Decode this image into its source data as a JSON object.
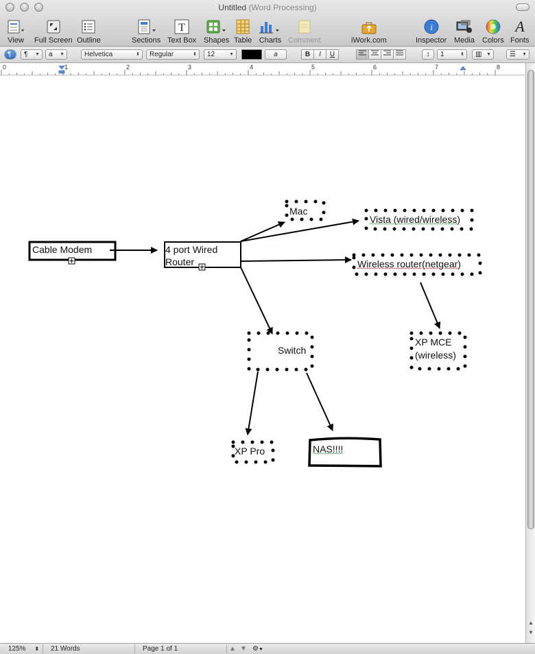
{
  "window": {
    "title": "Untitled",
    "subtitle": "(Word Processing)"
  },
  "toolbar": {
    "view": "View",
    "full_screen": "Full Screen",
    "outline": "Outline",
    "sections": "Sections",
    "text_box": "Text Box",
    "shapes": "Shapes",
    "table": "Table",
    "charts": "Charts",
    "comment": "Comment",
    "iwork": "iWork.com",
    "inspector": "Inspector",
    "media": "Media",
    "colors": "Colors",
    "fonts": "Fonts"
  },
  "format_bar": {
    "paragraph_style": "¶",
    "character_style": "a",
    "font_family": "Helvetica",
    "font_style": "Regular",
    "font_size": "12",
    "text_color": "#000000",
    "highlight_glyph": "a",
    "bold": "B",
    "italic": "I",
    "underline": "U",
    "line_spacing": "1"
  },
  "ruler": {
    "marks": [
      "0",
      "1",
      "2",
      "3",
      "4",
      "5",
      "6",
      "7",
      "8"
    ]
  },
  "diagram": {
    "nodes": {
      "cable_modem": "Cable Modem",
      "router_line1": "4 port Wired",
      "router_line2": "Router",
      "mac": "Mac",
      "vista": "Vista (wired/wireless)",
      "wireless_router": "Wireless router(netgear)",
      "switch": "Switch",
      "xp_mce_line1": "XP MCE",
      "xp_mce_line2": "(wireless)",
      "xp_pro": "XP Pro",
      "nas": "NAS!!!!"
    }
  },
  "status_bar": {
    "zoom": "125%",
    "word_count": "21 Words",
    "page": "Page 1 of 1"
  }
}
